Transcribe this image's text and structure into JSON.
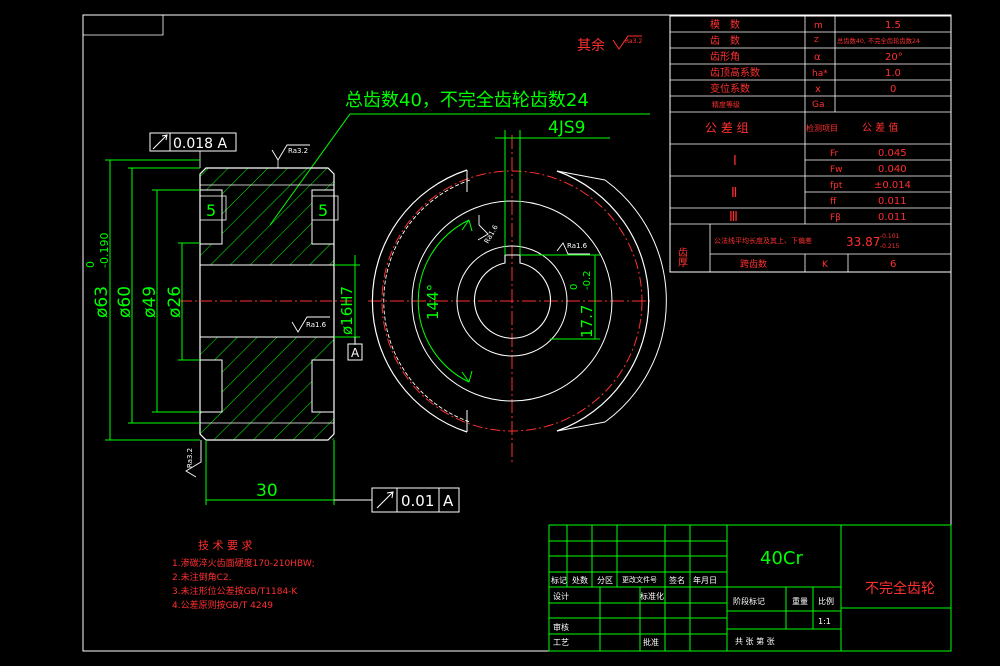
{
  "drawing": {
    "title_note": "总齿数40，不完全齿轮齿数24",
    "other_roughness_label": "其余",
    "other_roughness_value": "Ra3.2",
    "material": "40Cr",
    "part_name": "不完全齿轮"
  },
  "dimensions": {
    "tol_top_box": "0.018 A",
    "ra_top": "Ra3.2",
    "ra_mid": "Ra1.6",
    "ra_bottom": "Ra3.2",
    "ra_bore": "Ra1.6",
    "ra_key": "Ra1.6",
    "groove_left": "5",
    "groove_right": "5",
    "od": "ø63",
    "od_upper": "0",
    "od_lower": "-0.190",
    "d60": "ø60",
    "d49": "ø49",
    "d26": "ø26",
    "bore": "ø16H7",
    "datum_a": "A",
    "width": "30",
    "runout_value": "0.01",
    "runout_datum": "A",
    "keyway": "4JS9",
    "angle": "144°",
    "key_depth": "17.7",
    "key_depth_upper": "0",
    "key_depth_lower": "-0.2"
  },
  "gear_table": {
    "rows": [
      {
        "name": "模　数",
        "sym": "m",
        "val": "1.5"
      },
      {
        "name": "齿　数",
        "sym": "Z",
        "val": "总齿数40, 不完全齿轮齿数24"
      },
      {
        "name": "齿形角",
        "sym": "α",
        "val": "20°"
      },
      {
        "name": "齿顶高系数",
        "sym": "ha*",
        "val": "1.0"
      },
      {
        "name": "变位系数",
        "sym": "x",
        "val": "0"
      },
      {
        "name": "精度等级",
        "sym": "Ga",
        "val": ""
      }
    ],
    "tol_header": [
      "公 差 组",
      "检测项目",
      "公 差 值"
    ],
    "tol_groups": [
      {
        "group": "Ⅰ",
        "items": [
          {
            "sym": "Fr",
            "val": "0.045"
          },
          {
            "sym": "Fw",
            "val": "0.040"
          }
        ]
      },
      {
        "group": "Ⅱ",
        "items": [
          {
            "sym": "fpt",
            "val": "±0.014"
          },
          {
            "sym": "ff",
            "val": "0.011"
          }
        ]
      },
      {
        "group": "Ⅲ",
        "items": [
          {
            "sym": "Fβ",
            "val": "0.011"
          }
        ]
      }
    ],
    "thickness_label": "齿厚",
    "thickness_desc": "公法线平均长度及其上、下偏差",
    "thickness_value": "33.87",
    "thickness_upper": "-0.101",
    "thickness_lower": "-0.215",
    "span_label": "跨齿数",
    "span_sym": "K",
    "span_val": "6"
  },
  "tech_req": {
    "title": "技 术 要 求",
    "items": [
      "1.渗碳淬火齿面硬度170-210HBW;",
      "2.未注倒角C2.",
      "3.未注形位公差按GB/T1184-K",
      "4.公差原则按GB/T 4249"
    ]
  },
  "title_block": {
    "headers": [
      "标记",
      "处数",
      "分区",
      "更改文件号",
      "签名",
      "年月日"
    ],
    "rows": [
      "设计",
      "审核",
      "工艺"
    ],
    "mid_labels": [
      "标准化",
      "批准"
    ],
    "stage": [
      "阶段标记",
      "重量",
      "比例"
    ],
    "scale": "1:1",
    "sheets": "共  张  第  张"
  }
}
